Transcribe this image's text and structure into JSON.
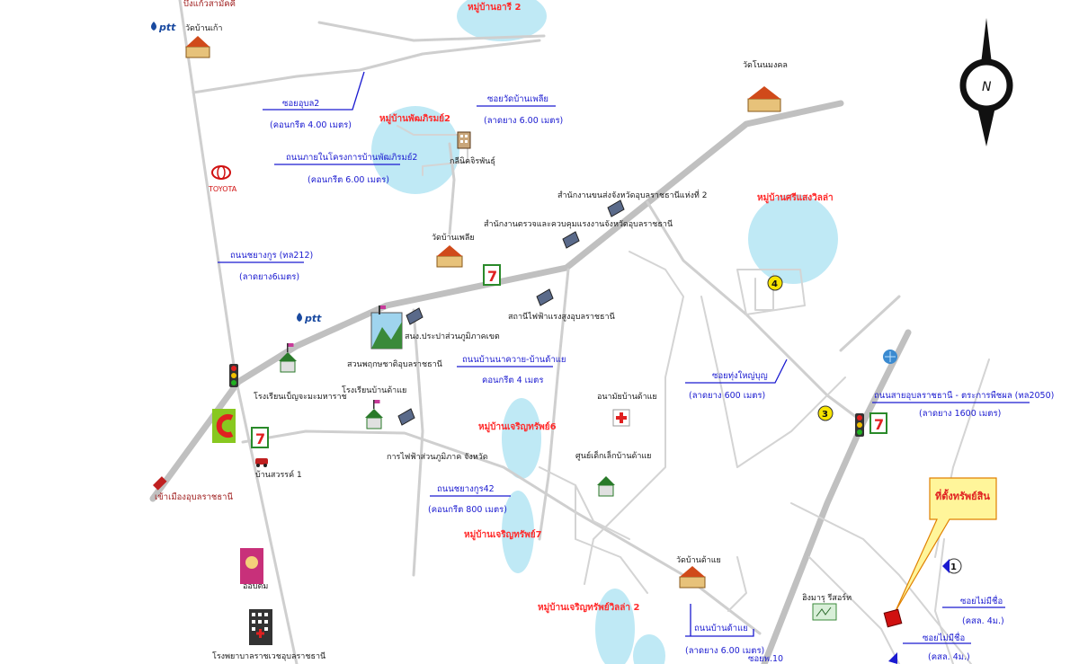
{
  "villages": [
    {
      "id": "v1",
      "label": "หมู่บ้านอารี 2"
    },
    {
      "id": "v2",
      "label": "หมู่บ้านพัฒภิรมย์2"
    },
    {
      "id": "v3",
      "label": "หมู่บ้านศรีแสงวิลล่า"
    },
    {
      "id": "v4",
      "label": "หมู่บ้านเจริญทรัพย์6"
    },
    {
      "id": "v5",
      "label": "หมู่บ้านเจริญทรัพย์7"
    },
    {
      "id": "v6",
      "label": "หมู่บ้านเจริญทรัพย์วิลล่า 2"
    }
  ],
  "roads": [
    {
      "id": "r1",
      "name": "ซอยอุบล2",
      "detail": "(คอนกรีต 4.00 เมตร)"
    },
    {
      "id": "r2",
      "name": "ถนนภายในโครงการบ้านพัฒภิรมย์2",
      "detail": "(คอนกรีต 6.00 เมตร)"
    },
    {
      "id": "r3",
      "name": "ซอยวัดบ้านเพลีย",
      "detail": "(ลาดยาง 6.00 เมตร)"
    },
    {
      "id": "r4",
      "name": "ถนนชยางกูร (ทล212)",
      "detail": "(ลาดยาง6เมตร)"
    },
    {
      "id": "r5",
      "name": "ถนนบ้านนาควาย-บ้านด้าแย",
      "detail": "คอนกรีต 4 เมตร"
    },
    {
      "id": "r6",
      "name": "ซอยทุ่งใหญ่บุญ",
      "detail": "(ลาดยาง 600 เมตร)"
    },
    {
      "id": "r7",
      "name": "ถนนสายอุบลราชธานี - ตระการพืชผล (ทล2050)",
      "detail": "(ลาดยาง 1600 เมตร)"
    },
    {
      "id": "r8",
      "name": "ถนนชยางกูร42",
      "detail": "(คอนกรีต 800 เมตร)"
    },
    {
      "id": "r9",
      "name": "ถนนบ้านด้าแย",
      "detail": "(ลาดยาง 6.00 เมตร)"
    },
    {
      "id": "r10",
      "name": "ซอยไม่มีชื่อ",
      "detail": "(คสล. 4ม.)"
    },
    {
      "id": "r11",
      "name": "ซอยไม่มีชื่อ",
      "detail": "(คสล. 4ม.)"
    },
    {
      "id": "r12",
      "name": "ซอยพ.10"
    }
  ],
  "places": [
    {
      "id": "p1",
      "label": "วัดบ้านเก้า"
    },
    {
      "id": "p2",
      "label": "วัดโนนมงคล"
    },
    {
      "id": "p3",
      "label": "กลีนิคจิรพันธุ์"
    },
    {
      "id": "p4",
      "label": "สำนักงานขนส่งจังหวัดอุบลราชธานีแห่งที่ 2"
    },
    {
      "id": "p5",
      "label": "สำนักงานตรวจและควบคุมแรงงานจังหวัดอุบลราชธานี"
    },
    {
      "id": "p6",
      "label": "วัดบ้านเพลีย"
    },
    {
      "id": "p7",
      "label": "สถานีไฟฟ้าแรงสูงอุบลราชธานี"
    },
    {
      "id": "p8",
      "label": "สนง.ประปาส่วนภูมิภาคเขต"
    },
    {
      "id": "p9",
      "label": "สวนพฤกษชาติอุบลราชธานี"
    },
    {
      "id": "p10",
      "label": "โรงเรียนเบ็ญจะมะมหาราช"
    },
    {
      "id": "p11",
      "label": "โรงเรียนบ้านด้าแย"
    },
    {
      "id": "p12",
      "label": "การไฟฟ้าส่วนภูมิภาค จังหวัด"
    },
    {
      "id": "p13",
      "label": "อนามัยบ้านด้าแย"
    },
    {
      "id": "p14",
      "label": "ศูนย์เด็กเล็กบ้านด้าแย"
    },
    {
      "id": "p15",
      "label": "บ้านสวรรค์ 1"
    },
    {
      "id": "p16",
      "label": "วัดบ้านด้าแย"
    },
    {
      "id": "p17",
      "label": "ฮิงมารุ รีสอร์ท"
    },
    {
      "id": "p18",
      "label": "โรงพยาบาลราชเวชอุบลราชธานี"
    },
    {
      "id": "p19",
      "label": "เข้าเมืองอุบลราชธานี"
    },
    {
      "id": "p20",
      "label": "บึงแก้วสามัคคี"
    },
    {
      "id": "p21",
      "label": "อ๊อปติม"
    }
  ],
  "brands": {
    "ptt": "ptt",
    "toyota": "TOYOTA",
    "seven": "7"
  },
  "markers": {
    "m1": "1",
    "m3": "3",
    "m4": "4"
  },
  "callout": "ที่ตั้งทรัพย์สิน",
  "compass": "N",
  "colors": {
    "zone": "#bfe9f5",
    "road": "#c0c0c0",
    "accent": "#ff2a2a",
    "blue": "#1a1ad0",
    "callout_bg": "#fff59a"
  }
}
